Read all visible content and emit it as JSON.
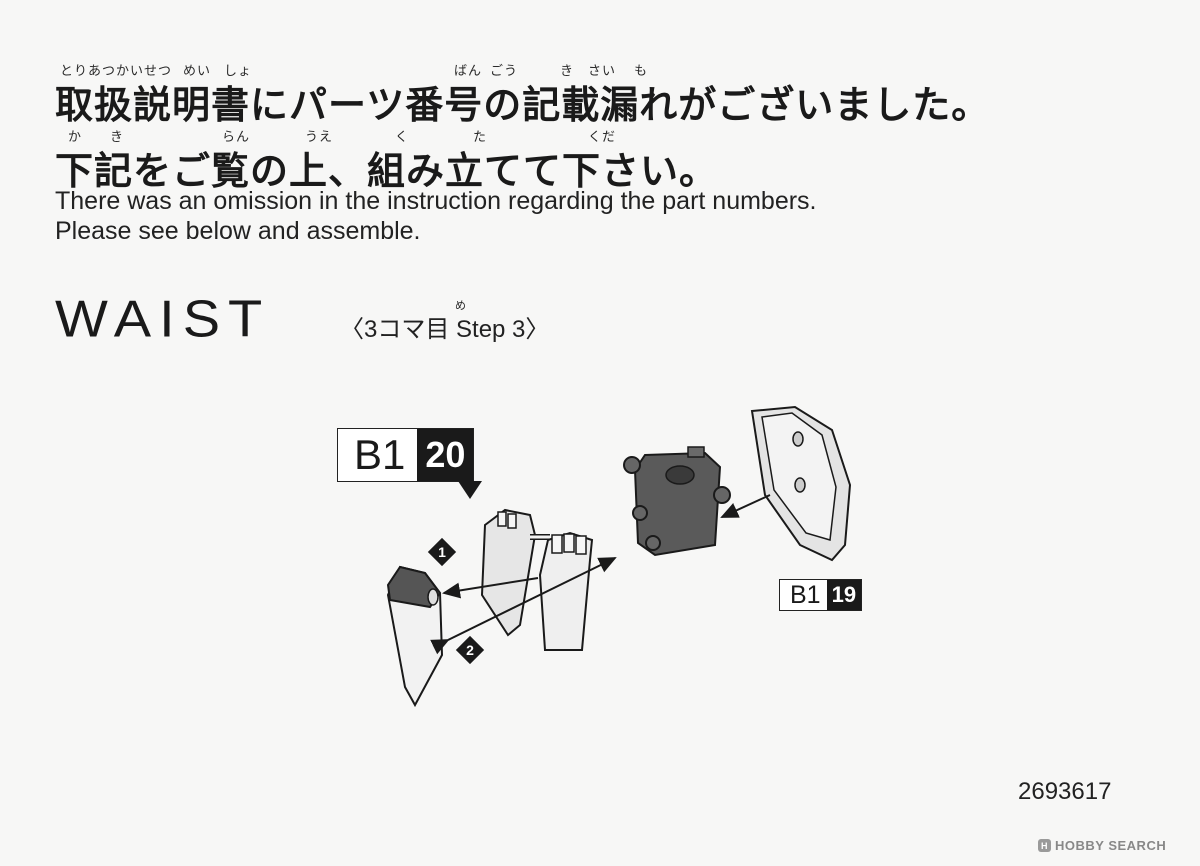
{
  "notice": {
    "jp_line1_ruby": [
      "とりあつかいせつ",
      "めい",
      "しょ",
      "ばん",
      "ごう",
      "き",
      "さい",
      "も"
    ],
    "jp_line1": "取扱説明書にパーツ番号の記載漏れがございました。",
    "jp_line2_ruby": [
      "か",
      "き",
      "らん",
      "うえ",
      "く",
      "た",
      "くだ"
    ],
    "jp_line2": "下記をご覧の上、組み立てて下さい。",
    "en_line1": "There was an omission in the instruction regarding the part numbers.",
    "en_line2": "Please see below and assemble."
  },
  "section": {
    "title": "WAIST",
    "subtitle": "〈3コマ目 Step 3〉",
    "subtitle_ruby": "め"
  },
  "part_tags": {
    "upper": {
      "runner": "B1",
      "number": "20"
    },
    "lower": {
      "runner": "B1",
      "number": "19"
    }
  },
  "steps": {
    "step1_icon": "step-1-diamond-icon",
    "step2_icon": "step-2-diamond-icon"
  },
  "product_code": "2693617",
  "watermark": "HOBBY SEARCH"
}
